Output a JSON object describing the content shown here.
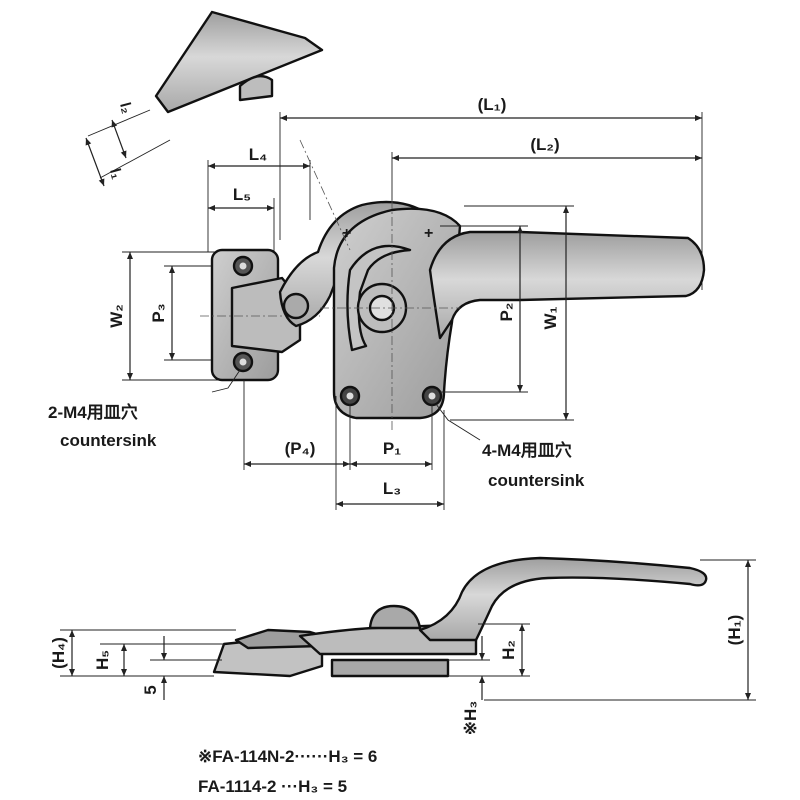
{
  "top_view": {
    "dims": {
      "L1": "(L₁)",
      "L2": "(L₂)",
      "L4": "L₄",
      "L5": "L₅",
      "W1": "W₁",
      "W2": "W₂",
      "P1": "P₁",
      "P2": "P₂",
      "P3": "P₃",
      "P4": "(P₄)",
      "L3": "L₃",
      "l1": "l₁",
      "l2": "l₂"
    },
    "notes": {
      "left_holes_line1": "2-M4用皿穴",
      "left_holes_line2": "countersink",
      "right_holes_line1": "4-M4用皿穴",
      "right_holes_line2": "countersink"
    }
  },
  "side_view": {
    "dims": {
      "H1": "(H₁)",
      "H2": "H₂",
      "H3": "※H₃",
      "H4": "(H₄)",
      "H5": "H₅",
      "five": "5"
    }
  },
  "footnotes": [
    "※FA-114N-2······H₃ = 6",
    "FA-1114-2 ···H₃ = 5"
  ],
  "colors": {
    "metal": "#b3b3b3",
    "metal_light": "#d4d4d4",
    "metal_dark": "#8a8a8a",
    "line": "#111111"
  }
}
